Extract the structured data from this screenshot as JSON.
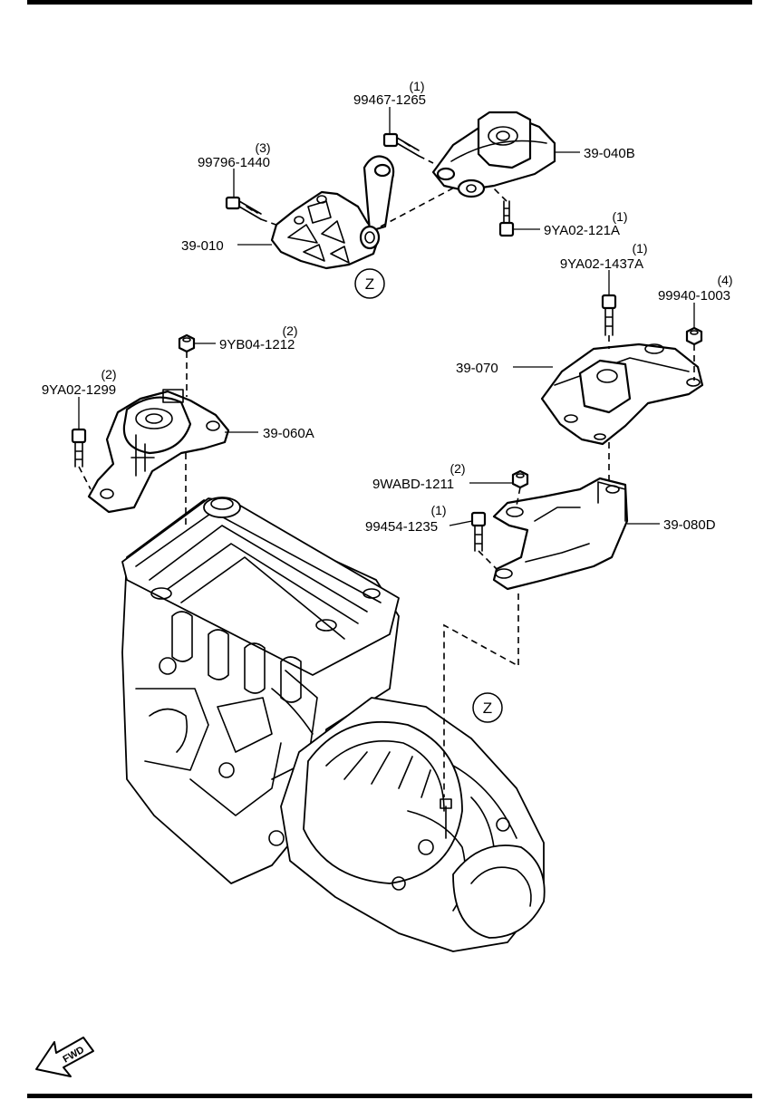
{
  "callouts": [
    {
      "part": "99467-1265",
      "qty": "(1)"
    },
    {
      "part": "39-040B",
      "qty": ""
    },
    {
      "part": "99796-1440",
      "qty": "(3)"
    },
    {
      "part": "39-010",
      "qty": ""
    },
    {
      "part": "9YA02-121A",
      "qty": "(1)"
    },
    {
      "part": "9YA02-1437A",
      "qty": "(1)"
    },
    {
      "part": "99940-1003",
      "qty": "(4)"
    },
    {
      "part": "9YB04-1212",
      "qty": "(2)"
    },
    {
      "part": "39-070",
      "qty": ""
    },
    {
      "part": "9YA02-1299",
      "qty": "(2)"
    },
    {
      "part": "39-060A",
      "qty": ""
    },
    {
      "part": "9WABD-1211",
      "qty": "(2)"
    },
    {
      "part": "99454-1235",
      "qty": "(1)"
    },
    {
      "part": "39-080D",
      "qty": ""
    }
  ],
  "view_markers": [
    "Z",
    "Z"
  ],
  "direction_label": "FWD",
  "colors": {
    "line": "#000000",
    "background": "#ffffff"
  },
  "icons": [
    "fwd-arrow-icon"
  ]
}
